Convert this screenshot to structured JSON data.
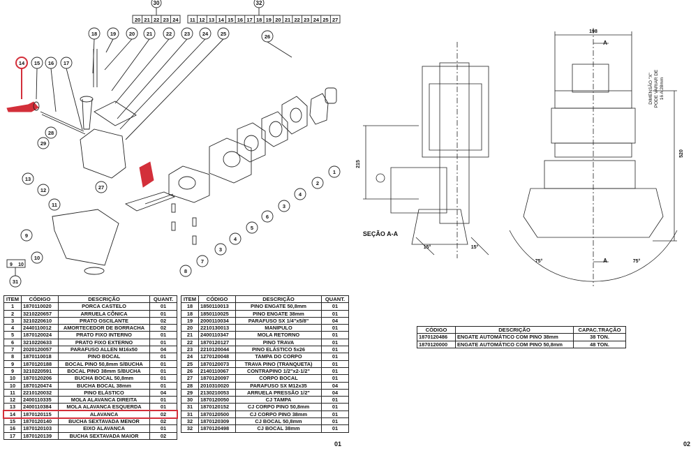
{
  "callouts": {
    "c30": "30",
    "c32": "32",
    "top30": [
      "20",
      "21",
      "22",
      "23",
      "24"
    ],
    "top32": [
      "11",
      "12",
      "13",
      "14",
      "15",
      "16",
      "17",
      "18",
      "19",
      "20",
      "21",
      "22",
      "23",
      "24",
      "25",
      "27"
    ],
    "row1": [
      "18",
      "19",
      "20",
      "21",
      "22",
      "23",
      "24",
      "25",
      "26"
    ],
    "left": [
      "14",
      "15",
      "16",
      "17"
    ],
    "mid": [
      "28",
      "29",
      "13",
      "12",
      "11",
      "27",
      "9",
      "10",
      "31",
      "8",
      "7",
      "3",
      "4",
      "5",
      "6",
      "3",
      "4",
      "2",
      "1"
    ],
    "box_9_10": [
      "9",
      "10"
    ]
  },
  "section": {
    "title": "SEÇÃO A-A",
    "dim_215": "215",
    "dim_198": "198",
    "dim_520": "520",
    "angle_15": "15°",
    "angle_75": "75°",
    "label_a": "A",
    "dim_note": [
      "DIMENSÃO \"X\"",
      "PODE VARIAR DE",
      "16 A 28mm"
    ]
  },
  "parts_headers": [
    "ITEM",
    "CÓDIGO",
    "DESCRIÇÃO",
    "QUANT."
  ],
  "parts_left": [
    [
      "1",
      "1870110020",
      "PORCA CASTELO",
      "01"
    ],
    [
      "2",
      "3210220657",
      "ARRUELA CÔNICA",
      "01"
    ],
    [
      "3",
      "3210220610",
      "PRATO OSCILANTE",
      "02"
    ],
    [
      "4",
      "2440110012",
      "AMORTECEDOR DE BORRACHA",
      "02"
    ],
    [
      "5",
      "1870120024",
      "PRATO FIXO INTERNO",
      "01"
    ],
    [
      "6",
      "3210220633",
      "PRATO FIXO EXTERNO",
      "01"
    ],
    [
      "7",
      "2020120057",
      "PARAFUSO ALLEN M16x50",
      "04"
    ],
    [
      "8",
      "1870110018",
      "PINO BOCAL",
      "01"
    ],
    [
      "9",
      "1870120188",
      "BOCAL PINO 50,8mm S/BUCHA",
      "01"
    ],
    [
      "9",
      "3210220591",
      "BOCAL PINO 38mm S/BUCHA",
      "01"
    ],
    [
      "10",
      "1870120206",
      "BUCHA BOCAL 50,8mm",
      "01"
    ],
    [
      "10",
      "1870120474",
      "BUCHA BOCAL 38mm",
      "01"
    ],
    [
      "11",
      "2210120032",
      "PINO ELÁSTICO",
      "04"
    ],
    [
      "12",
      "2400110335",
      "MOLA ALAVANCA DIREITA",
      "01"
    ],
    [
      "13",
      "2400110384",
      "MOLA ALAVANCA ESQUERDA",
      "01"
    ],
    [
      "14",
      "1870120115",
      "ALAVANCA",
      "02"
    ],
    [
      "15",
      "1870120140",
      "BUCHA SEXTAVADA MENOR",
      "02"
    ],
    [
      "16",
      "1870120103",
      "EIXO ALAVANCA",
      "01"
    ],
    [
      "17",
      "1870120139",
      "BUCHA SEXTAVADA MAIOR",
      "02"
    ]
  ],
  "parts_right": [
    [
      "18",
      "1850110013",
      "PINO ENGATE 50,8mm",
      "01"
    ],
    [
      "18",
      "1850110025",
      "PINO ENGATE 38mm",
      "01"
    ],
    [
      "19",
      "2000110034",
      "PARAFUSO SX 1/4\"x5/8\"",
      "04"
    ],
    [
      "20",
      "2210130013",
      "MANIPULO",
      "01"
    ],
    [
      "21",
      "2400110347",
      "MOLA RETORNO",
      "01"
    ],
    [
      "22",
      "1870120127",
      "PINO TRAVA",
      "01"
    ],
    [
      "23",
      "2210120044",
      "PINO ELÁSTICO 5x26",
      "01"
    ],
    [
      "24",
      "1270120048",
      "TAMPA DO CORPO",
      "01"
    ],
    [
      "25",
      "1870120073",
      "TRAVA PINO (TRANQUETA)",
      "01"
    ],
    [
      "26",
      "2140110067",
      "CONTRAPINO 1/2\"x2-1/2\"",
      "01"
    ],
    [
      "27",
      "1870120097",
      "CORPO BOCAL",
      "01"
    ],
    [
      "28",
      "2010310020",
      "PARAFUSO SX M12x35",
      "04"
    ],
    [
      "29",
      "2130210053",
      "ARRUELA PRESSÃO 1/2\"",
      "04"
    ],
    [
      "30",
      "1870120050",
      "CJ TAMPA",
      "01"
    ],
    [
      "31",
      "1870120152",
      "CJ CORPO PINO 50,8mm",
      "01"
    ],
    [
      "31",
      "1870120500",
      "CJ CORPO PINO 38mm",
      "01"
    ],
    [
      "32",
      "1870120309",
      "CJ BOCAL 50,8mm",
      "01"
    ],
    [
      "32",
      "1870120498",
      "CJ BOCAL 38mm",
      "01"
    ]
  ],
  "models_headers": [
    "CÓDIGO",
    "DESCRIÇÃO",
    "CAPAC.TRAÇÃO"
  ],
  "models": [
    [
      "1870120486",
      "ENGATE AUTOMÁTICO COM PINO 38mm",
      "38 TON."
    ],
    [
      "1870120000",
      "ENGATE AUTOMÁTICO COM PINO 50,8mm",
      "48 TON."
    ]
  ],
  "page_left": "01",
  "page_right": "02",
  "colors": {
    "highlight": "#d32f3a",
    "line": "#222222"
  }
}
